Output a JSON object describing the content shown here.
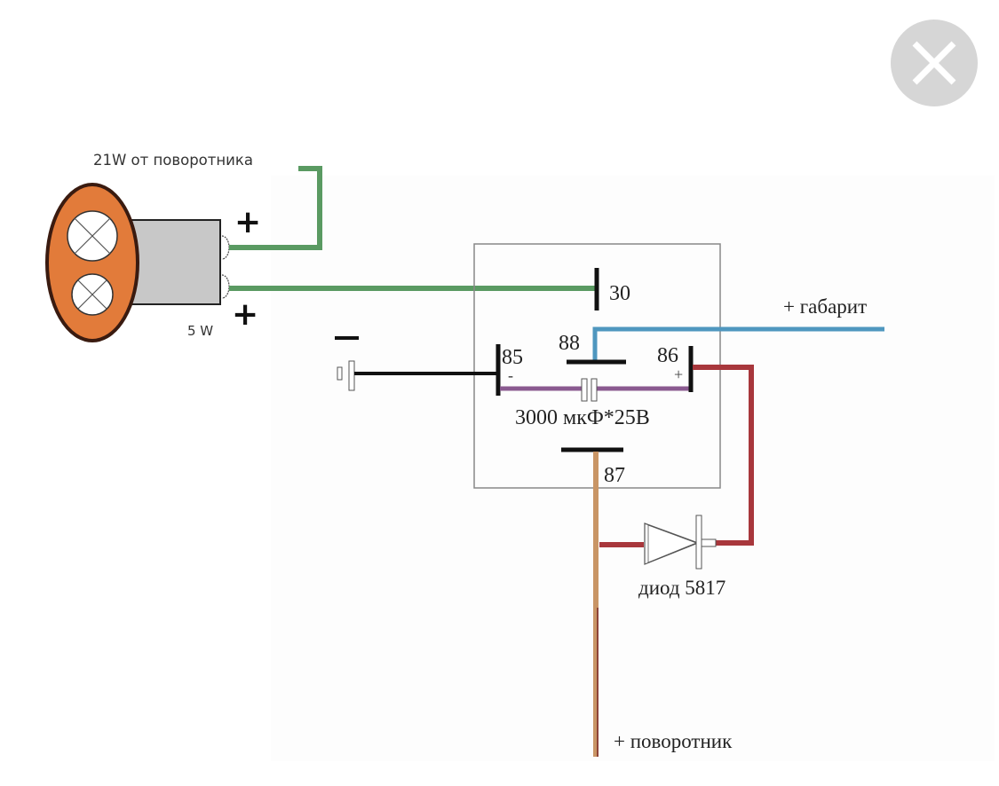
{
  "close_button": {
    "icon": "close-icon",
    "label": "Close",
    "color": "#d6d6d6"
  },
  "diagram": {
    "lamp": {
      "label_top": "21W от поворотника",
      "label_bottom": "5 W",
      "plus_top": "+",
      "plus_bottom": "+"
    },
    "ground": {
      "label": "−"
    },
    "relay": {
      "pins": {
        "p30": "30",
        "p85": "85",
        "p86": "86",
        "p87": "87",
        "p88": "88"
      },
      "pin85_polarity": "-",
      "pin86_polarity": "+",
      "capacitor_label": "3000 мкФ*25В"
    },
    "outputs": {
      "parking": "+ габарит",
      "turn_signal": "+ поворотник"
    },
    "diode": {
      "label": "диод 5817"
    },
    "colors": {
      "green_wire": "#5a9a62",
      "blue_wire": "#4f97bf",
      "red_wire": "#a8373c",
      "orange_wire": "#c99565",
      "purple_wire": "#8a5a90",
      "black_wire": "#111111",
      "lamp_body": "#e27b3a",
      "socket": "#c8c8c8",
      "relay_border": "#888888"
    }
  }
}
